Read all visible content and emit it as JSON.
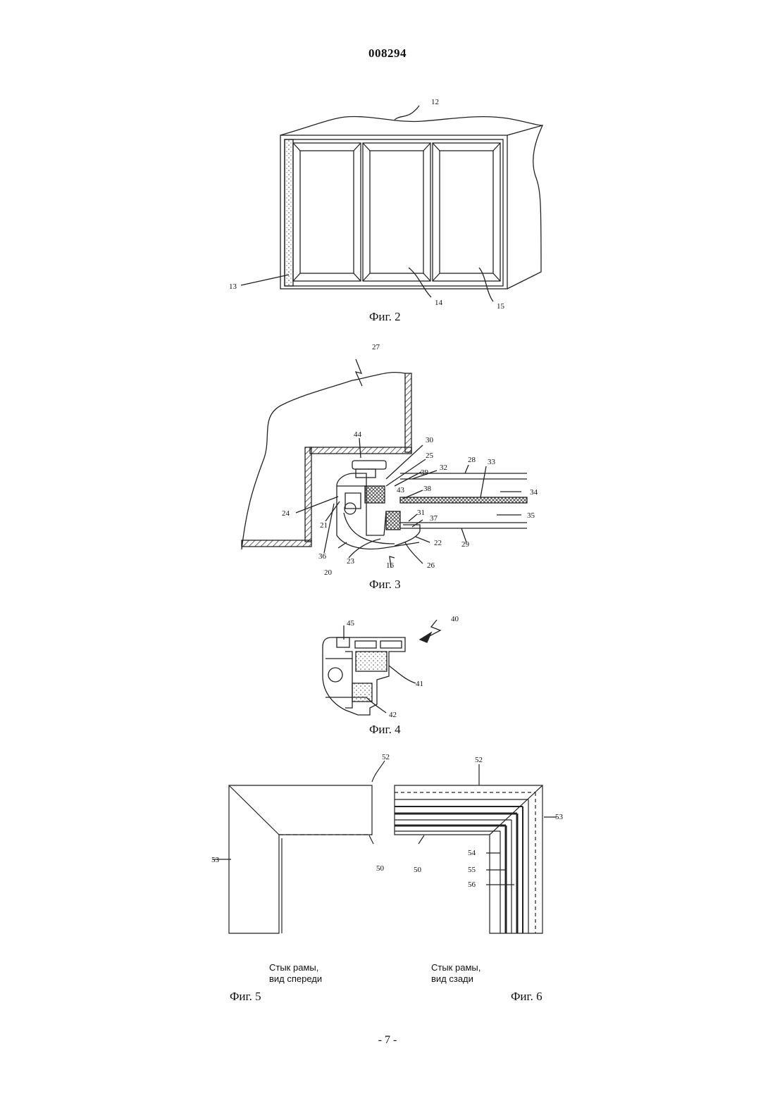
{
  "header": {
    "doc_number": "008294"
  },
  "fig2": {
    "caption": "Фиг. 2",
    "labels": {
      "l12": "12",
      "l13": "13",
      "l14": "14",
      "l15": "15"
    }
  },
  "fig3": {
    "caption": "Фиг. 3",
    "labels": {
      "l27": "27",
      "l44": "44",
      "l30": "30",
      "l25": "25",
      "l39": "39",
      "l32": "32",
      "l28": "28",
      "l33": "33",
      "l43": "43",
      "l38": "38",
      "l34": "34",
      "l31": "31",
      "l35": "35",
      "l37": "37",
      "l24": "24",
      "l21": "21",
      "l22": "22",
      "l29": "29",
      "l36": "36",
      "l23": "23",
      "l16": "16",
      "l26": "26",
      "l20": "20"
    }
  },
  "fig4": {
    "caption": "Фиг. 4",
    "labels": {
      "l40": "40",
      "l45": "45",
      "l41": "41",
      "l42": "42"
    }
  },
  "fig5": {
    "caption": "Фиг. 5",
    "title_line1": "Стык рамы,",
    "title_line2": "вид спереди",
    "labels": {
      "l52": "52",
      "l53": "53",
      "l50": "50"
    }
  },
  "fig6": {
    "caption": "Фиг. 6",
    "title_line1": "Стык рамы,",
    "title_line2": "вид сзади",
    "labels": {
      "l52": "52",
      "l53": "53",
      "l50": "50",
      "l54": "54",
      "l55": "55",
      "l56": "56"
    }
  },
  "footer": {
    "page_number": "- 7 -"
  }
}
